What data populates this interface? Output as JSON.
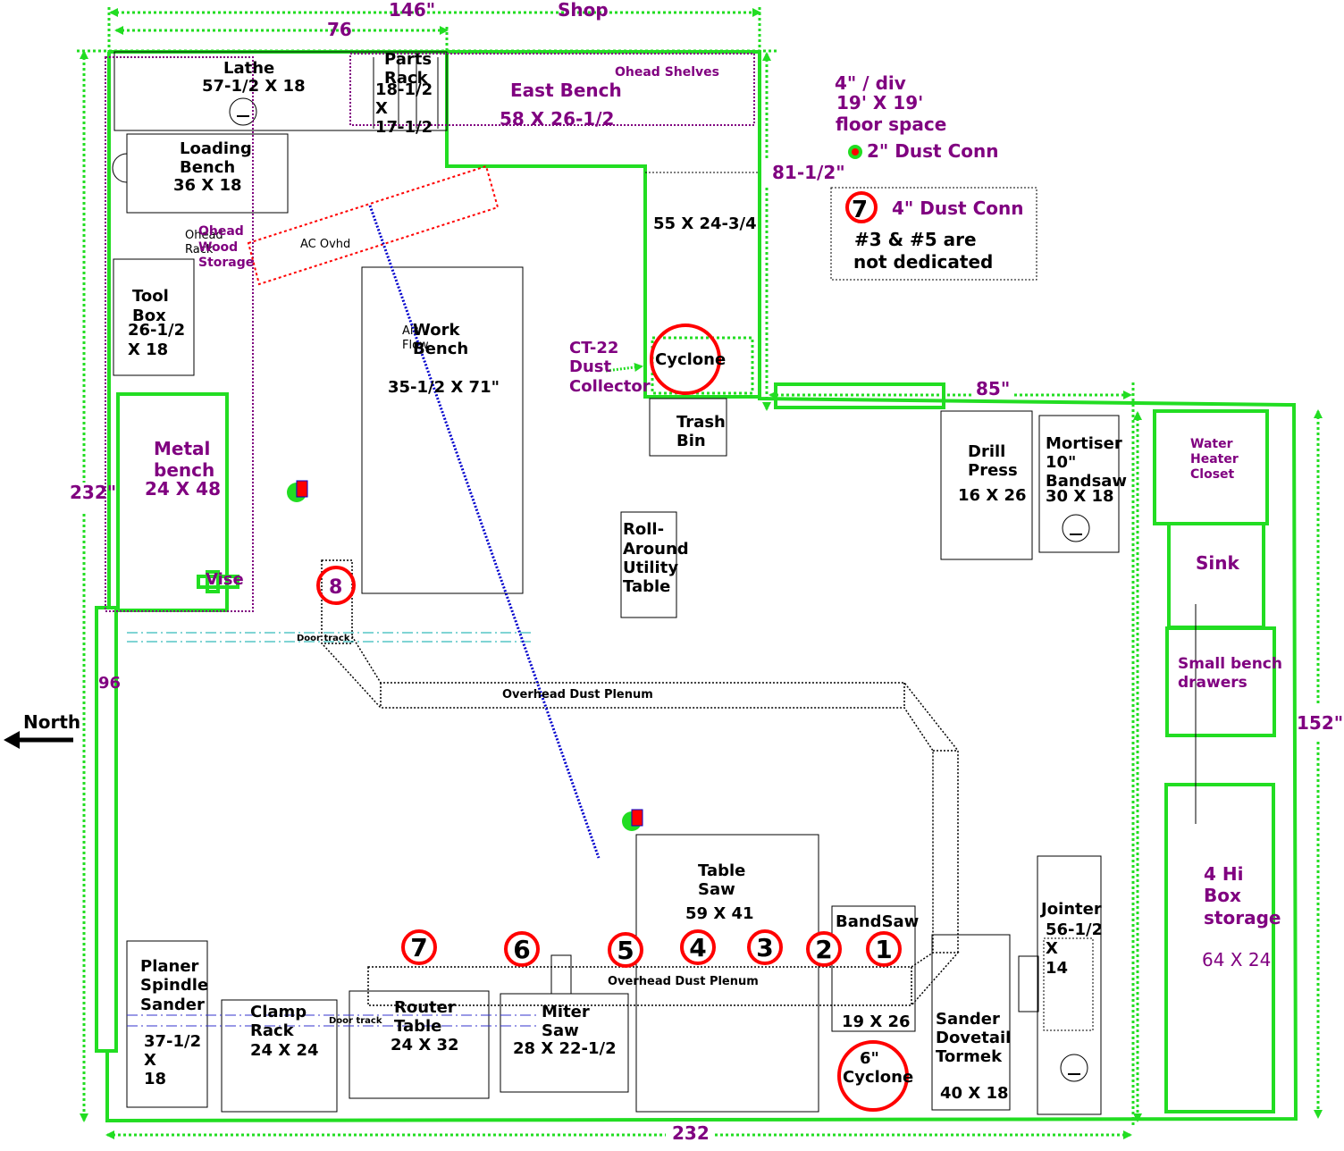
{
  "title": {
    "top_dim": "146\"",
    "shop": "Shop"
  },
  "dims": {
    "d76": "76",
    "d81": "81-1/2\"",
    "d85": "85\"",
    "d232_left": "232\"",
    "d96": "96",
    "d232_bottom": "232",
    "d152": "152\""
  },
  "north": "North",
  "legend": {
    "scale": "4\" / div",
    "floor": "19' X 19'",
    "floor2": "floor space",
    "dust2": "2\" Dust Conn",
    "dust4": "4\" Dust Conn",
    "dust4_num": "7",
    "note1": "#3 & #5 are",
    "note2": "not dedicated"
  },
  "items": {
    "lathe": "Lathe",
    "lathe_dim": "57-1/2 X 18",
    "parts1": "Parts",
    "parts2": "Rack",
    "parts_d1": "18-1/2",
    "parts_d2": "X",
    "parts_d3": "17-1/2",
    "ohead_shelves": "Ohead Shelves",
    "east_bench": "East Bench",
    "east_dim": "58 X 26-1/2",
    "loading1": "Loading",
    "loading2": "Bench",
    "loading_dim": "36 X 18",
    "ohead_rack1": "Ohead",
    "ohead_rack2": "Rack",
    "ohead_wood1": "Ohead",
    "ohead_wood2": "Wood",
    "ohead_wood3": "Storage",
    "ac": "AC Ovhd",
    "toolbox1": "Tool",
    "toolbox2": "Box",
    "toolbox_d1": "26-1/2",
    "toolbox_d2": "X 18",
    "work1": "Work",
    "work2": "Bench",
    "work_dim": "35-1/2 X 71\"",
    "airflow1": "Air",
    "airflow2": "Flow",
    "corner_dim": "55 X 24-3/4",
    "ct22_1": "CT-22",
    "ct22_2": "Dust",
    "ct22_3": "Collector",
    "cyclone": "Cyclone",
    "trash1": "Trash",
    "trash2": "Bin",
    "metal1": "Metal",
    "metal2": "bench",
    "metal_dim": "24 X 48",
    "vise": "Vise",
    "port8": "8",
    "door_track": "Door track",
    "rollaround1": "Roll-",
    "rollaround2": "Around",
    "rollaround3": "Utility",
    "rollaround4": "Table",
    "drill1": "Drill",
    "drill2": "Press",
    "drill_dim": "16 X 26",
    "mort1": "Mortiser",
    "mort2": "10\"",
    "mort3": "Bandsaw",
    "mort_dim": "30 X 18",
    "water1": "Water",
    "water2": "Heater",
    "water3": "Closet",
    "sink": "Sink",
    "small1": "Small bench",
    "small2": "drawers",
    "box1": "4 Hi",
    "box2": "Box",
    "box3": "storage",
    "box_dim": "64 X 24",
    "plenum": "Overhead Dust Plenum",
    "table1": "Table",
    "table2": "Saw",
    "table_dim": "59 X 41",
    "bandsaw": "BandSaw",
    "bandsaw_dim": "19 X 26",
    "jointer": "Jointer",
    "jointer_d1": "56-1/2",
    "jointer_d2": "X",
    "jointer_d3": "14",
    "planer1": "Planer",
    "planer2": "Spindle",
    "planer3": "Sander",
    "planer_d1": "37-1/2",
    "planer_d2": "X",
    "planer_d3": "18",
    "clamp1": "Clamp",
    "clamp2": "Rack",
    "clamp_dim": "24 X 24",
    "router1": "Router",
    "router2": "Table",
    "router_dim": "24 X 32",
    "miter1": "Miter",
    "miter2": "Saw",
    "miter_dim": "28 X 22-1/2",
    "sander1": "Sander",
    "sander2": "Dovetail",
    "sander3": "Tormek",
    "sander_dim": "40 X 18",
    "cyc6_1": "6\"",
    "cyc6_2": "Cyclone"
  },
  "ports": [
    "1",
    "2",
    "3",
    "4",
    "5",
    "6",
    "7"
  ],
  "colors": {
    "wall": "#22dd22",
    "port": "#ff0000",
    "label": "#800080",
    "duct": "#000000",
    "airflow": "#0000cc"
  }
}
